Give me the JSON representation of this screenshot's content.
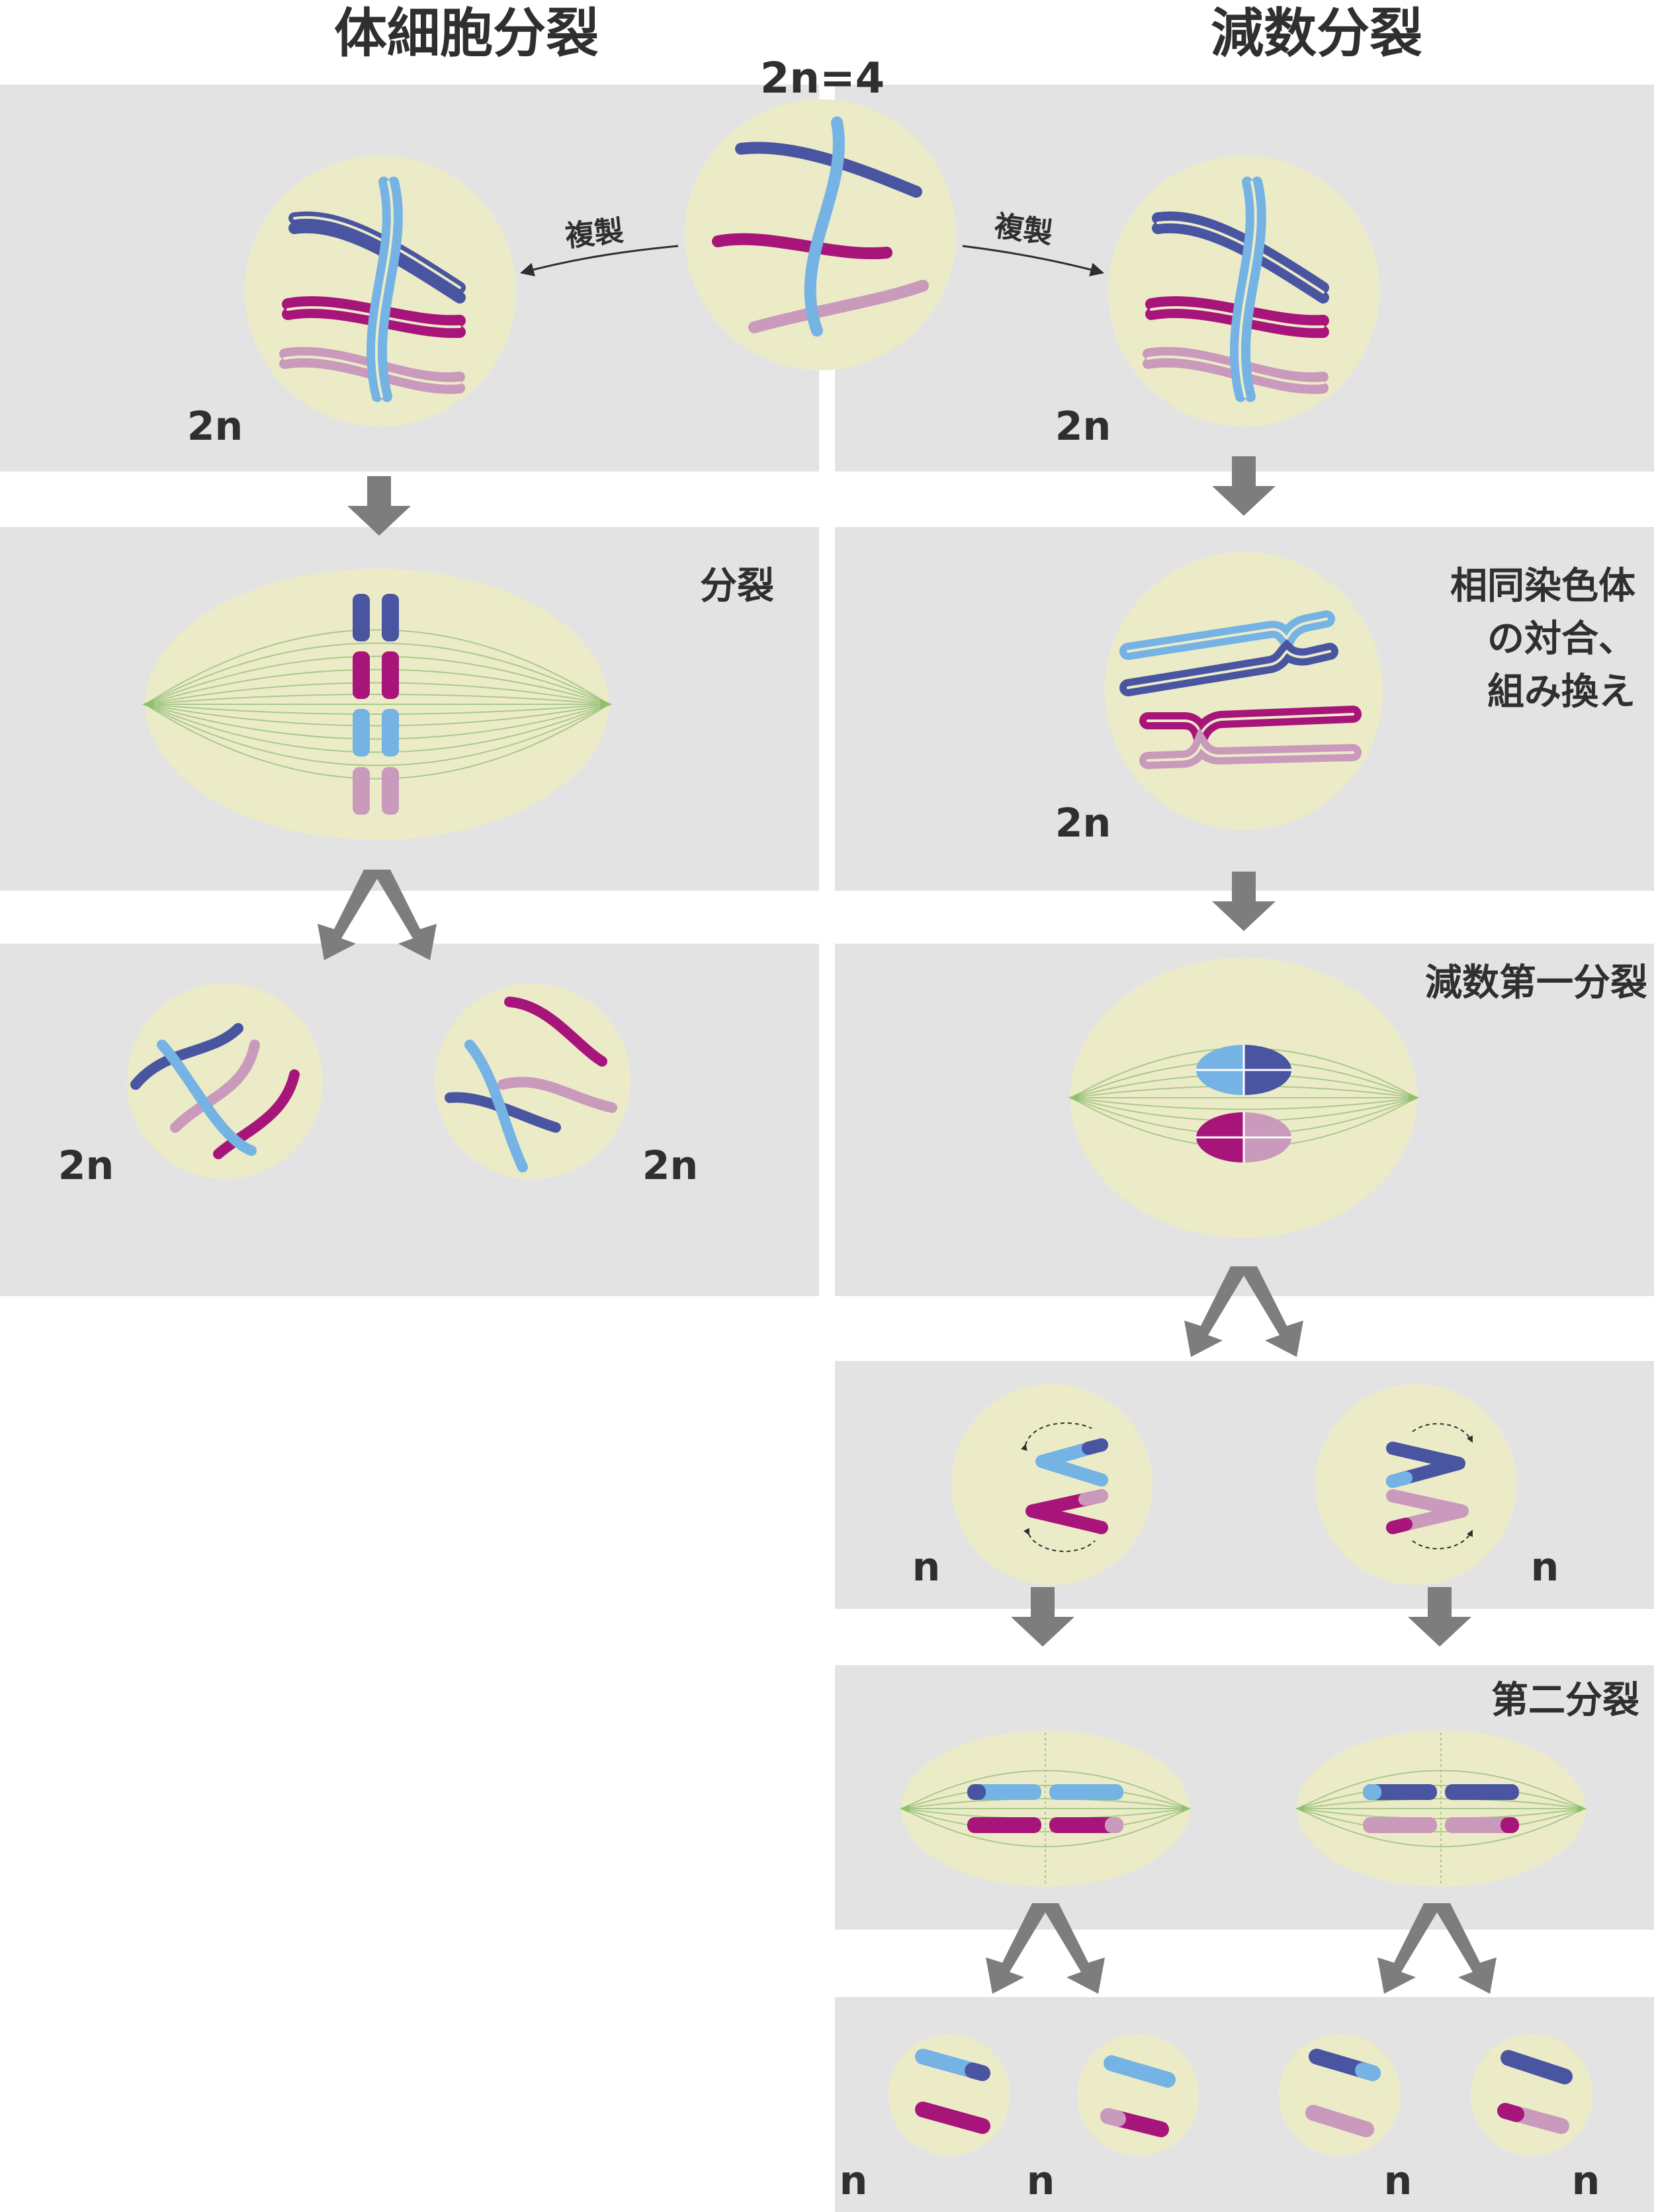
{
  "titles": {
    "mitosis": "体細胞分裂",
    "meiosis": "減数分裂"
  },
  "initial_cell": {
    "label": "2n=4"
  },
  "arrows": {
    "replication_left": "複製",
    "replication_right": "複製"
  },
  "mitosis": {
    "replicated_ploidy": "2n",
    "division_label": "分裂",
    "daughter_ploidy": [
      "2n",
      "2n"
    ]
  },
  "meiosis": {
    "replicated_ploidy": "2n",
    "synapsis_label": [
      "相同染色体",
      "の対合、",
      "組み換え"
    ],
    "synapsis_ploidy": "2n",
    "first_division_label": "減数第一分裂",
    "after_first_ploidy": [
      "n",
      "n"
    ],
    "second_division_label": "第二分裂",
    "gamete_ploidy": [
      "n",
      "n",
      "n",
      "n"
    ]
  },
  "colors": {
    "panel": "#e3e3e3",
    "cell": "#ecebc8",
    "dark_blue": "#4a55a2",
    "magenta": "#a8157a",
    "light_blue": "#74b3e4",
    "pink": "#c99abb",
    "spindle": "#8fc06a",
    "arrow": "#7d7d7d",
    "text": "#2f2f2f"
  }
}
